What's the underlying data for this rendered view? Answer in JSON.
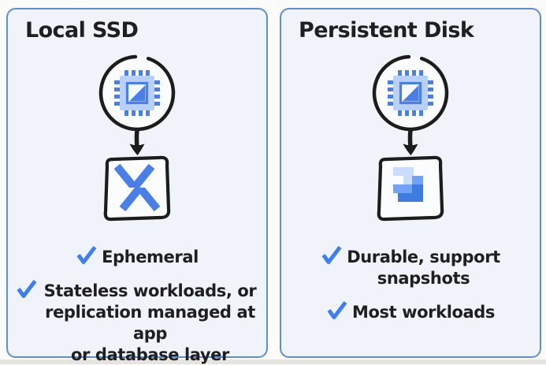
{
  "panels": [
    {
      "title": "Local SSD",
      "flow": {
        "source_icon": "compute-engine-icon",
        "connector_icon": "down-arrow-icon",
        "target_icon": "local-ssd-icon"
      },
      "checklist": [
        {
          "text": "Ephemeral"
        },
        {
          "text": "Stateless workloads, or\nreplication managed at app\nor database layer"
        }
      ]
    },
    {
      "title": "Persistent Disk",
      "flow": {
        "source_icon": "compute-engine-icon",
        "connector_icon": "down-arrow-icon",
        "target_icon": "persistent-disk-icon"
      },
      "checklist": [
        {
          "text": "Durable, support\nsnapshots"
        },
        {
          "text": "Most workloads"
        }
      ]
    }
  ],
  "colors": {
    "accent": "#3d7ef0",
    "ink": "#1f1f1f",
    "panel_bg": "#f0f4fa",
    "panel_border": "#5e8fd4",
    "sketch": "#1c1c1c",
    "shape_fill": "#fafcfe",
    "chip_light": "#b9d0f8",
    "chip_mid": "#4a7fe8",
    "chip_inner_bg": "#f4f8ff",
    "pd_light": "#c9dcfb",
    "pd_mid": "#6fa3f8",
    "pd_dark": "#3f7ce0"
  }
}
